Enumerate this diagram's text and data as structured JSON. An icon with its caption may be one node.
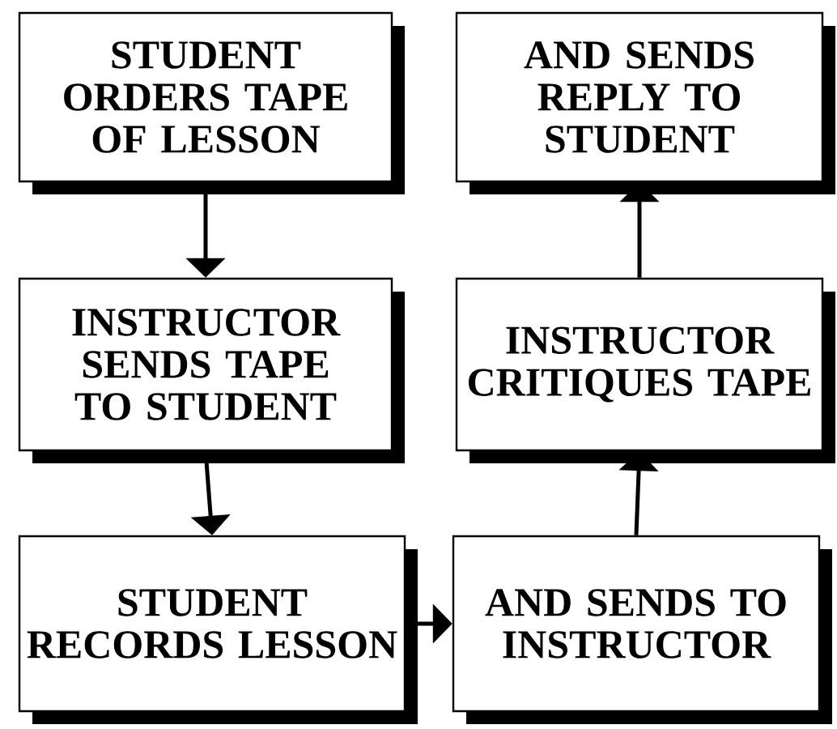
{
  "diagram": {
    "nodes": [
      {
        "text": [
          "STUDENT ORDERS TAPE OF LESSON"
        ]
      },
      {
        "text": [
          "INSTRUCTOR SENDS TAPE TO STUDENT"
        ]
      },
      {
        "text": [
          "STUDENT RECORDS LESSON"
        ]
      },
      {
        "text": [
          "AND SENDS TO INSTRUCTOR"
        ]
      },
      {
        "text": [
          "INSTRUCTOR CRITIQUES TAPE"
        ]
      },
      {
        "text": [
          "AND SENDS REPLY TO STUDENT"
        ]
      }
    ],
    "edges": [
      {
        "from": 0,
        "to": 1,
        "arrow": "to"
      },
      {
        "from": 1,
        "to": 2,
        "arrow": "to"
      },
      {
        "from": 2,
        "to": 3,
        "arrow": "to"
      },
      {
        "from": 3,
        "to": 4,
        "arrow": "to"
      },
      {
        "from": 4,
        "to": 5,
        "arrow": "to"
      }
    ]
  }
}
